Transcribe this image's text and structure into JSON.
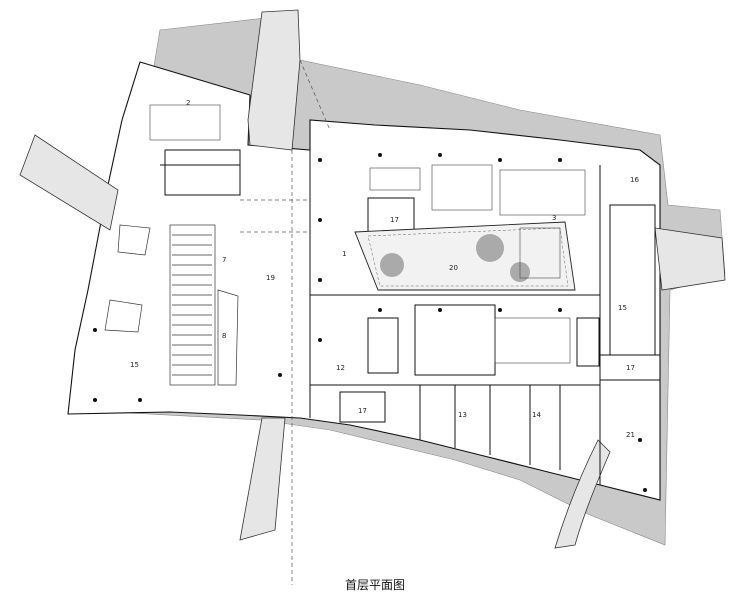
{
  "caption": "首层平面图",
  "room_labels": [
    {
      "id": "1",
      "text": "1"
    },
    {
      "id": "2",
      "text": "2"
    },
    {
      "id": "3",
      "text": "3"
    },
    {
      "id": "7",
      "text": "7"
    },
    {
      "id": "8",
      "text": "8"
    },
    {
      "id": "12",
      "text": "12"
    },
    {
      "id": "13",
      "text": "13"
    },
    {
      "id": "14",
      "text": "14"
    },
    {
      "id": "15a",
      "text": "15"
    },
    {
      "id": "15b",
      "text": "15"
    },
    {
      "id": "16",
      "text": "16"
    },
    {
      "id": "17a",
      "text": "17"
    },
    {
      "id": "17b",
      "text": "17"
    },
    {
      "id": "17c",
      "text": "17"
    },
    {
      "id": "19",
      "text": "19"
    },
    {
      "id": "20",
      "text": "20"
    },
    {
      "id": "21",
      "text": "21"
    }
  ]
}
